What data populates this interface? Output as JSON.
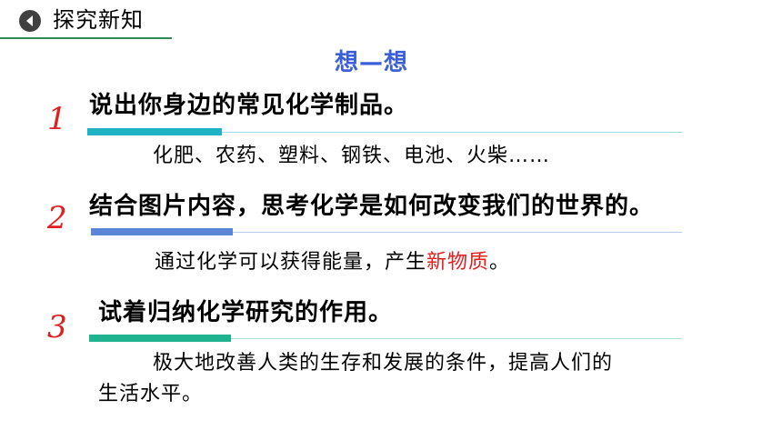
{
  "header": {
    "title": "探究新知",
    "icon": "play-circle-icon",
    "accent_color": "#2e8b57"
  },
  "section_title": "想—想",
  "items": [
    {
      "number": "1",
      "question": "说出你身边的常见化学制品。",
      "answer": "化肥、农药、塑料、钢铁、电池、火柴……",
      "bar_color": "#1fb3c4"
    },
    {
      "number": "2",
      "question": "结合图片内容，思考化学是如何改变我们的世界的。",
      "answer_prefix": "通过化学可以获得能量，产生",
      "answer_highlight": "新物质",
      "answer_suffix": "。",
      "bar_color": "#5b86d8"
    },
    {
      "number": "3",
      "question": "试着归纳化学研究的作用。",
      "answer_line1": "极大地改善人类的生存和发展的条件，提高人们的",
      "answer_line2": "生活水平。",
      "bar_color": "#1fb38f"
    }
  ],
  "colors": {
    "number": "#e02020",
    "section_title": "#3a5fd9",
    "highlight": "#e02020"
  }
}
